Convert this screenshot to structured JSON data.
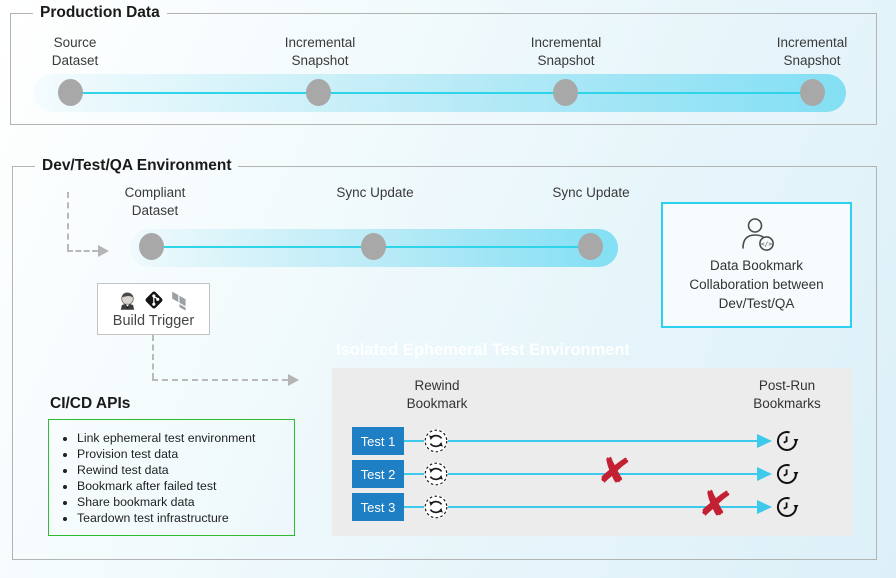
{
  "production": {
    "title": "Production Data",
    "stations": [
      {
        "label": "Source Dataset"
      },
      {
        "label": "Incremental Snapshot"
      },
      {
        "label": "Incremental Snapshot"
      },
      {
        "label": "Incremental Snapshot"
      }
    ]
  },
  "dev": {
    "title": "Dev/Test/QA Environment",
    "stations": [
      {
        "label": "Compliant Dataset"
      },
      {
        "label": "Sync Update"
      },
      {
        "label": "Sync Update"
      }
    ],
    "build_trigger": {
      "label": "Build Trigger",
      "icons": [
        "jenkins-icon",
        "git-icon",
        "terraform-icon"
      ]
    },
    "collaboration_box": {
      "icon": "user-code-icon",
      "text": "Data Bookmark Collaboration between Dev/Test/QA"
    },
    "watermark": "Isolated Ephemeral Test Environment",
    "cicd": {
      "title": "CI/CD APIs",
      "items": [
        "Link ephemeral test environment",
        "Provision test data",
        "Rewind test data",
        "Bookmark after failed test",
        "Share bookmark data",
        "Teardown test infrastructure"
      ]
    },
    "test_panel": {
      "rewind_header": "Rewind Bookmark",
      "postrun_header": "Post-Run Bookmarks",
      "rows": [
        {
          "label": "Test 1",
          "failed": false
        },
        {
          "label": "Test 2",
          "failed": true
        },
        {
          "label": "Test 3",
          "failed": true
        }
      ],
      "fail_glyph": "✘"
    }
  },
  "colors": {
    "timeline_band": "#7edef4",
    "timeline_line": "#2dd4ea",
    "timeline_dot": "#a8a8a8",
    "box_border": "#b3b3b3",
    "collab_border": "#2bd2f0",
    "cicd_border": "#2fbb2f",
    "test_button": "#1e7fc4",
    "test_line": "#3cc9ec",
    "fail_x": "#c32133",
    "panel_bg": "#ececec",
    "dashed_arrow": "#b9b9b9"
  }
}
